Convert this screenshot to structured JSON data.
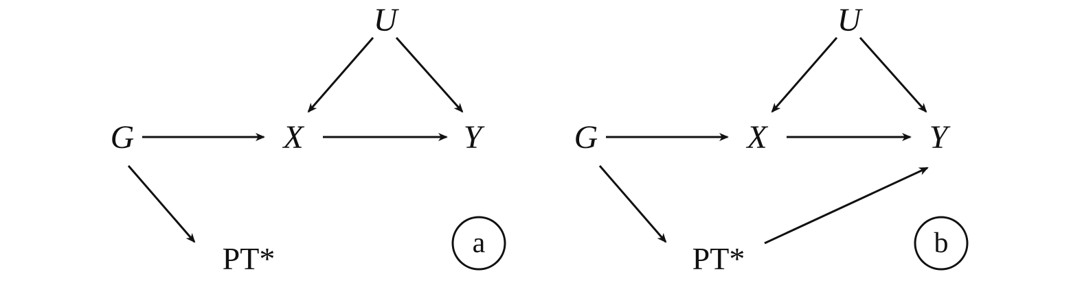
{
  "panels": [
    {
      "id": "a",
      "tag": "a",
      "nodes": {
        "U": "U",
        "G": "G",
        "X": "X",
        "Y": "Y",
        "PT": "PT*"
      },
      "edges": [
        [
          "U",
          "X"
        ],
        [
          "U",
          "Y"
        ],
        [
          "G",
          "X"
        ],
        [
          "X",
          "Y"
        ],
        [
          "G",
          "PT"
        ]
      ]
    },
    {
      "id": "b",
      "tag": "b",
      "nodes": {
        "U": "U",
        "G": "G",
        "X": "X",
        "Y": "Y",
        "PT": "PT*"
      },
      "edges": [
        [
          "U",
          "X"
        ],
        [
          "U",
          "Y"
        ],
        [
          "G",
          "X"
        ],
        [
          "X",
          "Y"
        ],
        [
          "G",
          "PT"
        ],
        [
          "PT",
          "Y"
        ]
      ]
    }
  ]
}
